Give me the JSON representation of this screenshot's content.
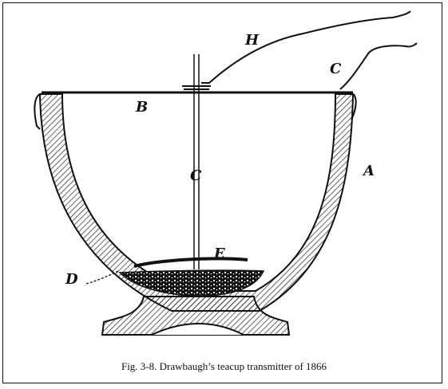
{
  "figure": {
    "caption": "Fig. 3-8. Drawbaugh’s teacup transmitter of 1866",
    "labels": {
      "H": "H",
      "C_wire": "C",
      "B": "B",
      "C_rod": "C",
      "A": "A",
      "E": "E",
      "D": "D"
    }
  },
  "colors": {
    "ink": "#111111",
    "paper": "#ffffff"
  }
}
